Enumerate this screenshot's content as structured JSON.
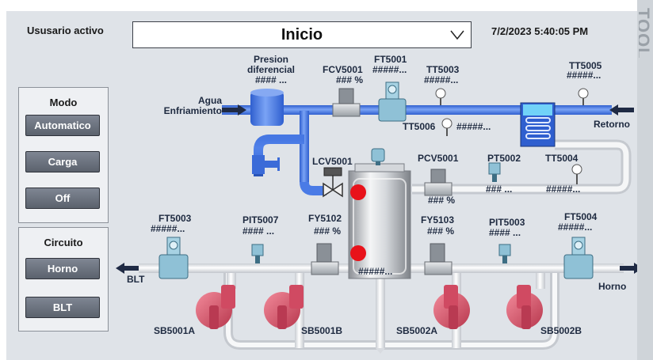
{
  "header": {
    "active_user_label": "Ususario activo",
    "screen_selected": "Inicio",
    "datetime": "7/2/2023 5:40:05 PM",
    "right_edge_text": "TOOL"
  },
  "mode_panel": {
    "title": "Modo",
    "buttons": [
      "Automatico",
      "Carga",
      "Off"
    ]
  },
  "circuit_panel": {
    "title": "Circuito",
    "buttons": [
      "Horno",
      "BLT"
    ]
  },
  "process": {
    "agua_label": "Agua\nEnfriamiento",
    "retorno_label": "Retorno",
    "blt_label": "BLT",
    "horno_label": "Horno",
    "presion": {
      "name": "Presion\ndiferencial",
      "value": "#### ..."
    },
    "fcv5001": {
      "name": "FCV5001",
      "value": "### %"
    },
    "ft5001": {
      "name": "FT5001",
      "value": "#####..."
    },
    "tt5003_top": {
      "name": "TT5003",
      "value": "#####..."
    },
    "tt5005": {
      "name": "TT5005",
      "value": "#####..."
    },
    "tt5006": {
      "name": "TT5006",
      "value": "#####..."
    },
    "lcv5001": {
      "name": "LCV5001"
    },
    "pcv5001": {
      "name": "PCV5001",
      "value": "### %"
    },
    "pt5002": {
      "name": "PT5002",
      "value": "### ..."
    },
    "tt5004": {
      "name": "TT5004",
      "value": "#####..."
    },
    "ft5003": {
      "name": "FT5003",
      "value": "#####..."
    },
    "pit5007": {
      "name": "PIT5007",
      "value": "#### ..."
    },
    "fy5102": {
      "name": "FY5102",
      "value": "### %"
    },
    "fy5103": {
      "name": "FY5103",
      "value": "### %"
    },
    "pit5003": {
      "name": "PIT5003",
      "value": "#### ..."
    },
    "ft5004": {
      "name": "FT5004",
      "value": "#####..."
    },
    "tank_level": "#####...",
    "pumps": [
      "SB5001A",
      "SB5001B",
      "SB5002A",
      "SB5002B"
    ]
  },
  "colors": {
    "background": "#dfe3e8",
    "blue_pipe": "#4a7be6",
    "white_pipe": "#f1f3f5",
    "pump": "#dc5a6f",
    "instrument": "#8fc1d6",
    "alarm_red": "#e8121a"
  }
}
